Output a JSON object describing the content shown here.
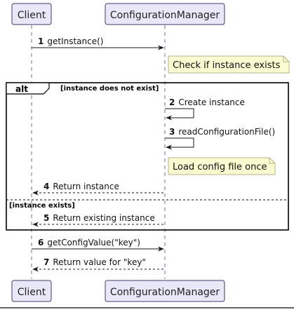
{
  "participants": {
    "client": "Client",
    "manager": "ConfigurationManager"
  },
  "messages": [
    {
      "num": "1",
      "text": "getInstance()"
    },
    {
      "num": "2",
      "text": "Create instance"
    },
    {
      "num": "3",
      "text": "readConfigurationFile()"
    },
    {
      "num": "4",
      "text": "Return instance"
    },
    {
      "num": "5",
      "text": "Return existing instance"
    },
    {
      "num": "6",
      "text": "getConfigValue(\"key\")"
    },
    {
      "num": "7",
      "text": "Return value for \"key\""
    }
  ],
  "notes": [
    "Check if instance exists",
    "Load config file once"
  ],
  "alt_frame": {
    "keyword": "alt",
    "guard_1": "[instance does not exist]",
    "guard_2": "[instance exists]"
  },
  "colors": {
    "participant_fill": "#e9e8f8",
    "participant_border": "#3d3b69",
    "note_fill": "#fbfbd2",
    "note_border": "#b4b28a"
  }
}
